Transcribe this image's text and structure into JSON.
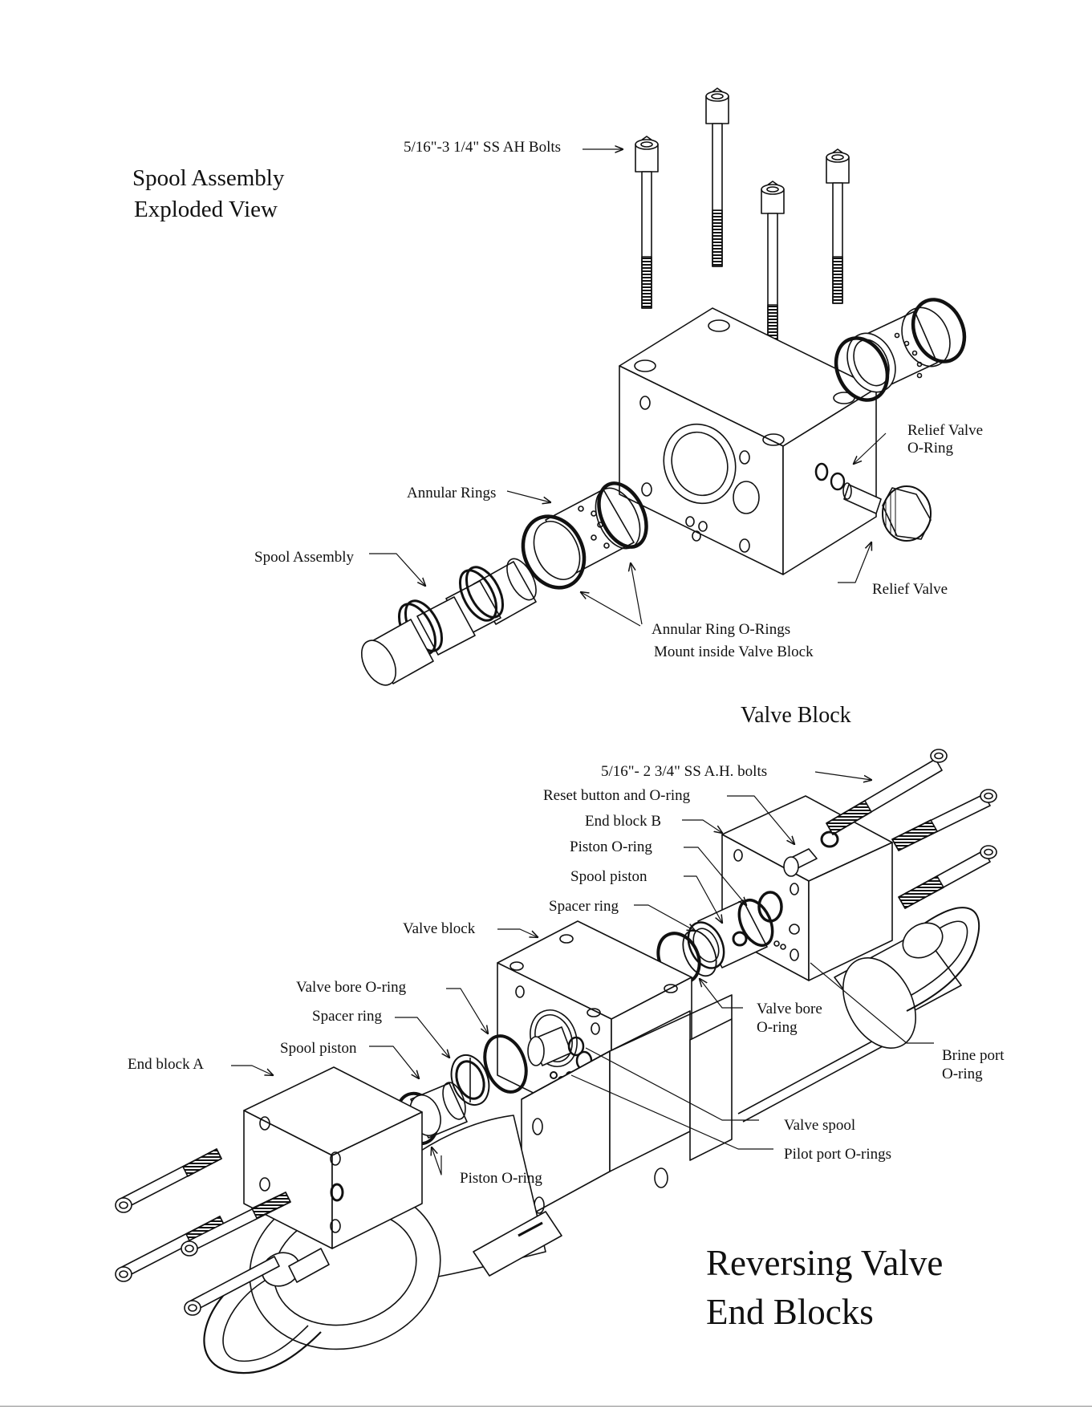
{
  "top_section": {
    "title_line1": "Spool Assembly",
    "title_line2": "Exploded View",
    "labels": {
      "bolts": "5/16\"-3 1/4\" SS AH Bolts",
      "relief_valve_oring_line1": "Relief Valve",
      "relief_valve_oring_line2": "O-Ring",
      "annular_rings": "Annular Rings",
      "spool_assembly": "Spool Assembly",
      "relief_valve": "Relief Valve",
      "annular_ring_orings_line1": "Annular Ring O-Rings",
      "annular_ring_orings_line2": "Mount inside Valve Block"
    },
    "caption": "Valve Block"
  },
  "bottom_section": {
    "labels": {
      "bolts": "5/16\"- 2 3/4\" SS A.H. bolts",
      "reset_button": "Reset button and O-ring",
      "end_block_b": "End block B",
      "piston_oring_upper": "Piston O-ring",
      "spool_piston_upper": "Spool piston",
      "spacer_ring_upper": "Spacer ring",
      "valve_block": "Valve block",
      "valve_bore_oring_left": "Valve bore O-ring",
      "spacer_ring_lower": "Spacer ring",
      "spool_piston_lower": "Spool piston",
      "end_block_a": "End block A",
      "valve_bore_oring_right_line1": "Valve bore",
      "valve_bore_oring_right_line2": "O-ring",
      "brine_port_line1": "Brine port",
      "brine_port_line2": "O-ring",
      "valve_spool": "Valve spool",
      "pilot_port_orings": "Pilot port O-rings",
      "piston_oring_lower": "Piston O-ring"
    },
    "title_line1": "Reversing Valve",
    "title_line2": "End Blocks"
  }
}
